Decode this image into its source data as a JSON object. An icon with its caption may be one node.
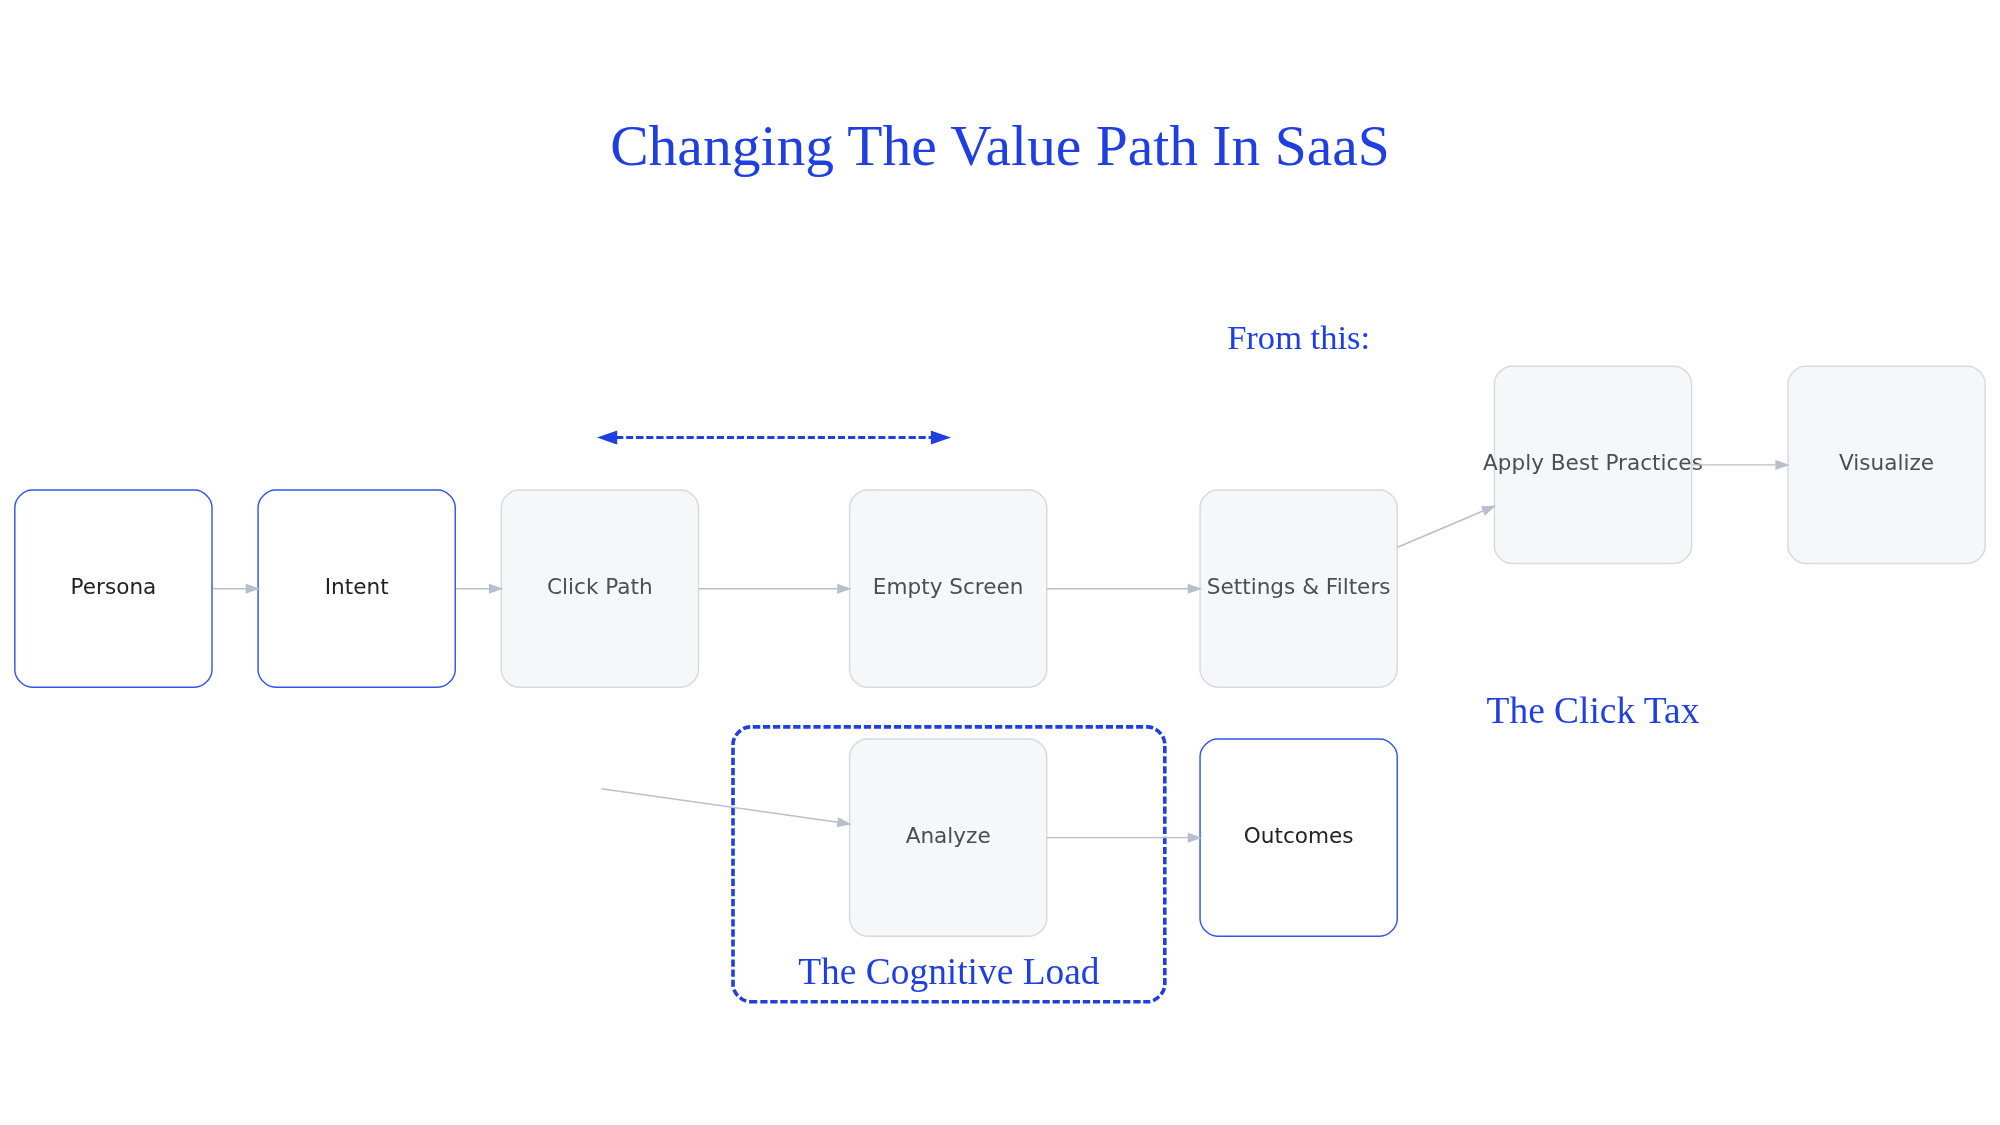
{
  "diagram": {
    "title": "Changing The Value Path In SaaS",
    "nodes": [
      {
        "text": [
          "Persona"
        ]
      },
      {
        "text": [
          "Intent"
        ]
      },
      {
        "text": [
          "Click Path"
        ]
      },
      {
        "text": [
          "Empty Screen"
        ]
      },
      {
        "text": [
          "Settings & Filters"
        ]
      },
      {
        "text": [
          "Apply Best Practices"
        ]
      },
      {
        "text": [
          "Visualize"
        ]
      },
      {
        "text": [
          "The Cognitive Load"
        ]
      },
      {
        "text": [
          "Analyze"
        ],
        "in": 7
      },
      {
        "text": [
          "Outcomes"
        ]
      }
    ],
    "edges": [
      {
        "from": 0,
        "to": 1,
        "arrow": "to"
      },
      {
        "from": 1,
        "to": 2,
        "arrow": "to"
      },
      {
        "from": 2,
        "to": 3,
        "arrow": "to"
      },
      {
        "from": 3,
        "to": 4,
        "arrow": "to"
      },
      {
        "from": 4,
        "to": 5,
        "arrow": "to"
      },
      {
        "from": 5,
        "to": 6,
        "arrow": "to"
      },
      {
        "from": null,
        "to": 8,
        "arrow": "to"
      },
      {
        "from": 8,
        "to": 9,
        "arrow": "to"
      }
    ],
    "labels": [
      "From this:",
      "The Click Tax"
    ]
  }
}
